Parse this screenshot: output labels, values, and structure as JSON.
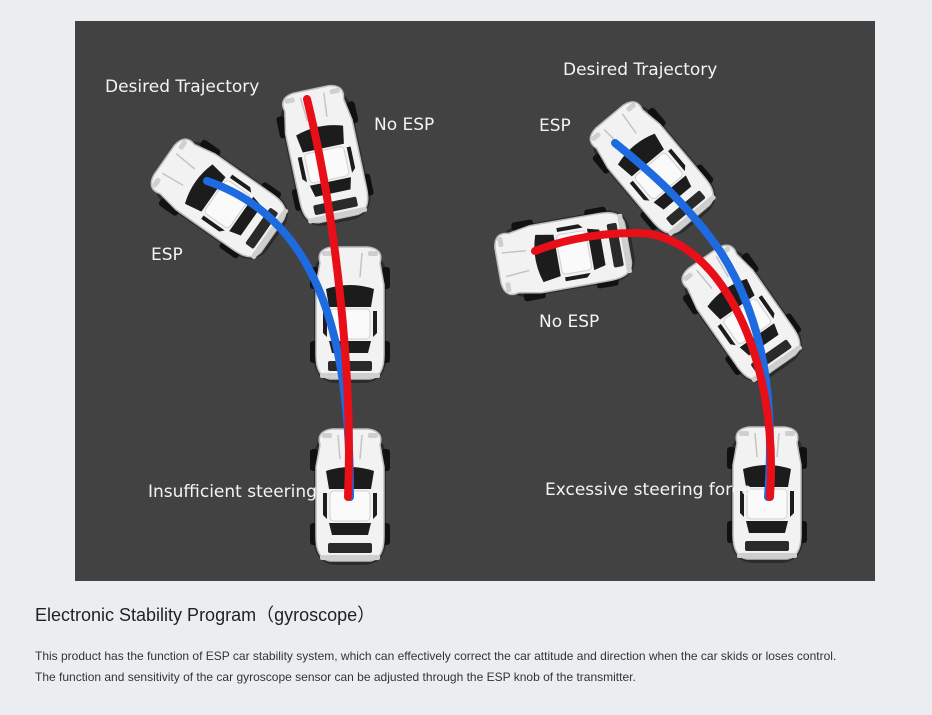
{
  "diagram": {
    "left_panel": {
      "desired_trajectory": "Desired Trajectory",
      "no_esp": "No ESP",
      "esp": "ESP",
      "caption": "Insufficient steering"
    },
    "right_panel": {
      "desired_trajectory": "Desired Trajectory",
      "esp": "ESP",
      "no_esp": "No ESP",
      "caption": "Excessive steering force"
    },
    "colors": {
      "background": "#424242",
      "esp_path": "#1e6ae0",
      "no_esp_path": "#e80f18",
      "car_body": "#f2f2f2"
    }
  },
  "caption": {
    "title": "Electronic Stability Program（gyroscope）",
    "body_line1": "This product has the function of ESP car stability system, which can effectively correct the car attitude and direction when the car skids or loses control.",
    "body_line2": "The function and sensitivity of the car gyroscope sensor can be adjusted through the ESP knob of the transmitter."
  }
}
